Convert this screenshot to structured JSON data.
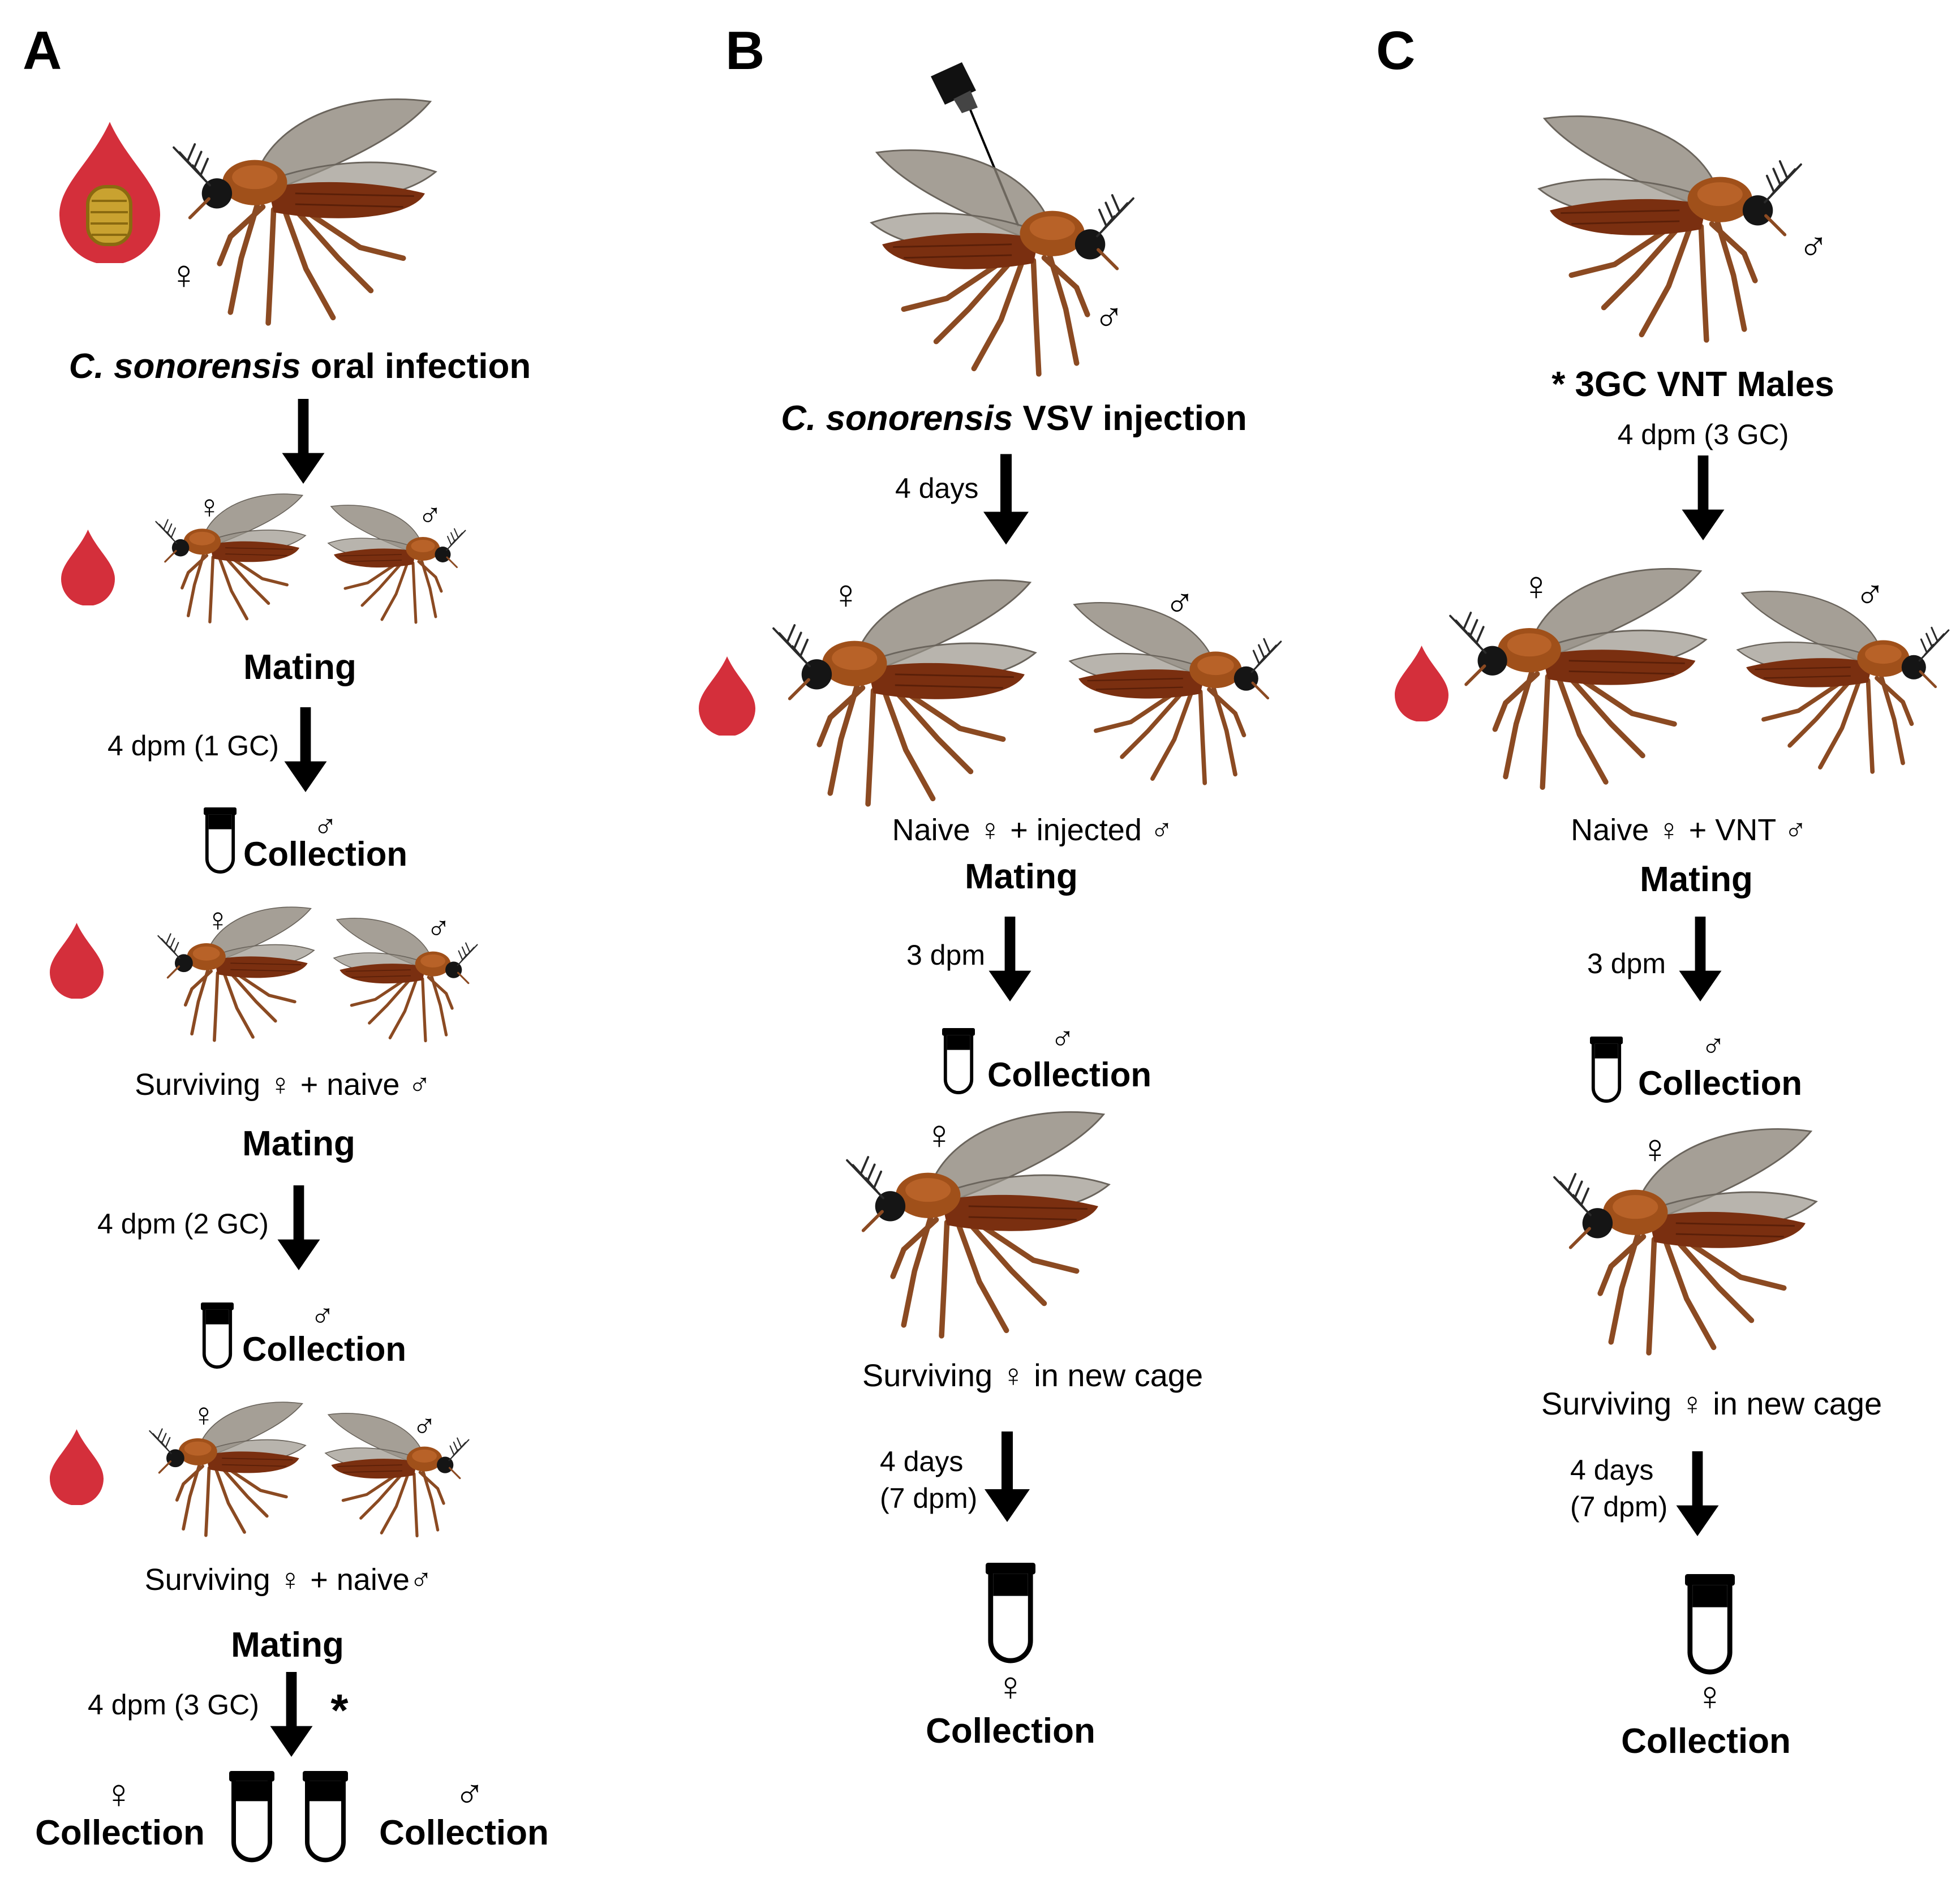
{
  "panels": {
    "a": {
      "letter": "A",
      "title_species": "C. sonorensis",
      "title_rest": " oral infection",
      "mating_1": "Mating",
      "step_1": "4 dpm (1 GC)",
      "collection_1": "Collection",
      "surviving_1": "Surviving ♀ + naive ♂",
      "mating_2": "Mating",
      "step_2": "4 dpm (2 GC)",
      "collection_2": "Collection",
      "surviving_2": "Surviving ♀ + naive♂",
      "mating_3": "Mating",
      "step_3": "4 dpm (3 GC)",
      "asterisk": "*",
      "collection_female": "Collection",
      "collection_male": "Collection"
    },
    "b": {
      "letter": "B",
      "title_species": "C. sonorensis",
      "title_rest": " VSV injection",
      "step_1": "4 days",
      "pair_label": "Naive ♀ + injected ♂",
      "mating": "Mating",
      "step_2": "3 dpm",
      "collection_1": "Collection",
      "surviving": "Surviving ♀ in new cage",
      "step_3_line1": "4 days",
      "step_3_line2": "(7 dpm)",
      "collection_2": "Collection"
    },
    "c": {
      "letter": "C",
      "title": "* 3GC VNT Males",
      "step_1": "4 dpm (3 GC)",
      "pair_label": "Naive ♀ + VNT ♂",
      "mating": "Mating",
      "step_2": "3 dpm",
      "collection_1": "Collection",
      "surviving": "Surviving ♀ in new cage",
      "step_3_line1": "4 days",
      "step_3_line2": "(7 dpm)",
      "collection_2": "Collection"
    }
  },
  "symbols": {
    "female": "♀",
    "male": "♂"
  },
  "colors": {
    "blood": "#d42f3b",
    "body": "#7a2f10",
    "thorax": "#a0501a",
    "leg": "#8b4a22",
    "wing": "#8c8479",
    "head": "#151515",
    "arrow": "#000000",
    "egg": "#c9a230"
  }
}
